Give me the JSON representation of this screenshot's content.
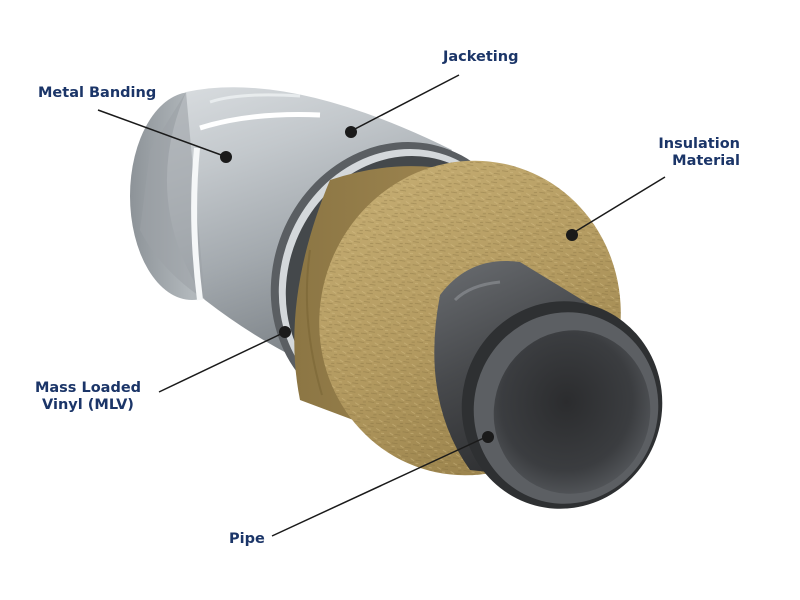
{
  "labels": {
    "metal_banding": "Metal Banding",
    "jacketing": "Jacketing",
    "insulation_line1": "Insulation",
    "insulation_line2": "Material",
    "mlv_line1": "Mass Loaded",
    "mlv_line2": "Vinyl (MLV)",
    "pipe": "Pipe"
  },
  "colors": {
    "label_text": "#1b3568",
    "leader_line": "#1a1a1a",
    "jacket_metal": "#a9b0b5",
    "insulation": "#b39a60",
    "pipe": "#3e4043"
  }
}
